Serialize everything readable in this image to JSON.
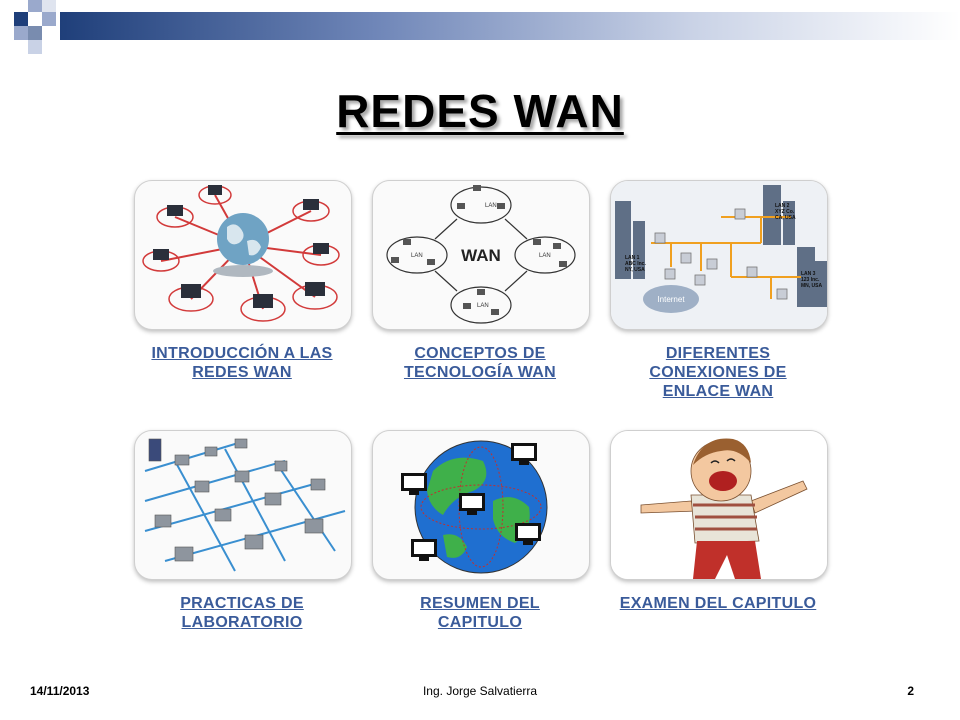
{
  "slide": {
    "title": "REDES WAN",
    "footer_date": "14/11/2013",
    "footer_author": "Ing. Jorge Salvatierra",
    "footer_page": "2"
  },
  "links": [
    {
      "label": "INTRODUCCIÓN A LAS REDES WAN",
      "icon": "globe-network-icon"
    },
    {
      "label": "CONCEPTOS DE TECNOLOGÍA WAN",
      "icon": "wan-diagram-icon"
    },
    {
      "label": "DIFERENTES CONEXIONES DE ENLACE WAN",
      "icon": "wan-topology-icon"
    },
    {
      "label": "PRACTICAS DE LABORATORIO",
      "icon": "lab-network-icon"
    },
    {
      "label": "RESUMEN DEL CAPITULO",
      "icon": "world-computers-icon"
    },
    {
      "label": "EXAMEN DEL CAPITULO",
      "icon": "happy-kid-icon"
    }
  ],
  "diagram_text": {
    "wan": "WAN",
    "lan": "LAN",
    "internet": "Internet",
    "lan1": "LAN 1",
    "lan1_org": "ABC Inc.",
    "lan1_loc": "NY, USA",
    "lan2": "LAN 2",
    "lan2_org": "XYZ Co.",
    "lan2_loc": "CA, USA",
    "lan3": "LAN 3",
    "lan3_org": "123 Inc.",
    "lan3_loc": "MN, USA"
  },
  "colors": {
    "header_dark": "#1f3f7a",
    "header_light": "#9aa9cc",
    "link": "#3a5b9a"
  }
}
